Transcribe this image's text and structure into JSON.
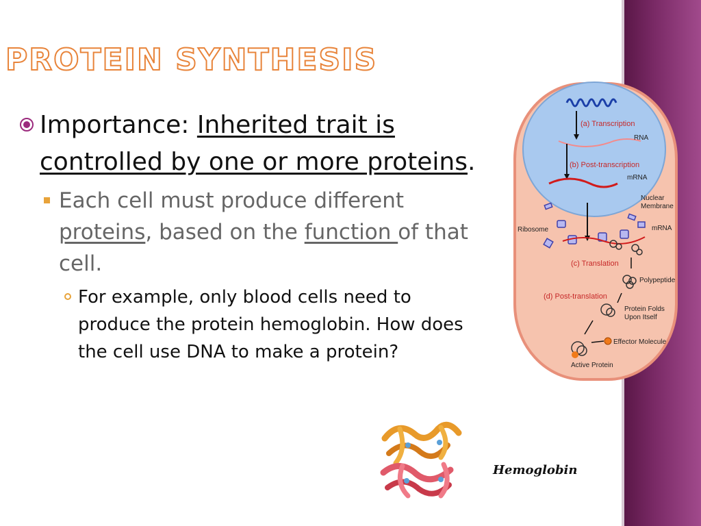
{
  "slide": {
    "title": "Protein Synthesis",
    "bullet1": {
      "lead": "Importance: ",
      "underlined": "Inherited trait is controlled by one or more proteins",
      "end": "."
    },
    "bullet2": {
      "part1": "Each cell must produce different ",
      "link1": "proteins",
      "part2": ", based on the ",
      "link2": "function ",
      "part3": "of that cell."
    },
    "bullet3": "For example, only blood cells need to produce the protein hemoglobin. How does the cell use DNA to make a protein?",
    "hemoglobin_label": "Hemoglobin"
  },
  "diagram": {
    "step_a": "(a) Transcription",
    "rna": "RNA",
    "step_b": "(b) Post-transcription",
    "mrna": "mRNA",
    "nuclear_membrane_1": "Nuclear",
    "nuclear_membrane_2": "Membrane",
    "ribosome": "Ribosome",
    "mrna2": "mRNA",
    "step_c": "(c) Translation",
    "polypeptide": "Polypeptide",
    "step_d": "(d) Post-translation",
    "folds_1": "Protein Folds",
    "folds_2": "Upon Itself",
    "effector": "Effector Molecule",
    "active": "Active Protein"
  },
  "colors": {
    "title_outline": "#e8843a",
    "bullet_accent": "#e8a33a",
    "sidebar": "#7a2a66",
    "cell_fill": "#f6c3ae",
    "nucleus_fill": "#a9c9ef"
  }
}
